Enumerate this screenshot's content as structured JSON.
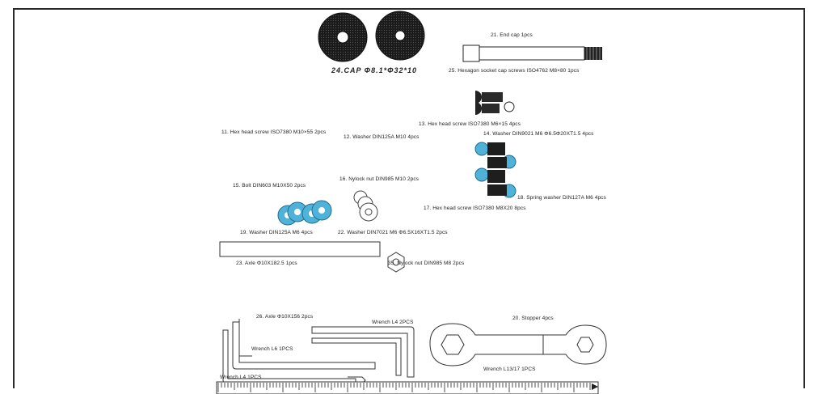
{
  "labels": {
    "cap": "24.CAP Φ8.1*Φ32*10",
    "end_cap": "21. End cap 1pcs",
    "hex_socket": "25. Hexagon socket cap screws ISO4762 M8×80 1pcs",
    "hex_m6x15": "13. Hex head screw ISO7380 M6×15 4pcs",
    "washer_din9021": "14. Washer DIN9021 M6 Φ6.5Φ20XT1.5 4pcs",
    "hex_m10x55": "11. Hex head screw ISO7380 M10×55 2pcs",
    "washer_din125_m10": "12. Washer DIN125A M10 4pcs",
    "bolt_din603": "15. Bolt DIN603 M10X50 2pcs",
    "nylock_m10": "16. Nylock nut DIN985 M10 2pcs",
    "spring_washer": "18. Spring washer DIN127A M6 4pcs",
    "hex_m8x20": "17. Hex head screw ISO7380 M8X20 8pcs",
    "washer_din125_m6": "19. Washer DIN125A M6 4pcs",
    "washer_din7021": "22. Washer DIN7021 M6 Φ6.5X16XT1.5 2pcs",
    "axle_182": "23. Axle Φ10X182.5 1pcs",
    "nylock_m8": "35. Nylock nut DIN985 M8 2pcs",
    "axle_156": "26. Axle Φ10X156 2pcs",
    "wrench_l4_2": "Wrench L4 2PCS",
    "stopper": "20. Stopper 4pcs",
    "wrench_l6": "Wrench L6 1PCS",
    "wrench_l13": "Wrench L13/17 1PCS",
    "wrench_l4_1": "Wrench L4 1PCS"
  },
  "icons": [
    "cap-disc-icon",
    "end-cap-icon",
    "socket-screw-icon",
    "button-screw-icon",
    "washer-icon",
    "axle-icon",
    "nut-icon",
    "allen-wrench-icon",
    "spanner-icon",
    "ruler-icon"
  ],
  "colors": {
    "line": "#2a2a2a",
    "blue_part": "#4fb3d9",
    "dark_part": "#1e1e1e"
  }
}
